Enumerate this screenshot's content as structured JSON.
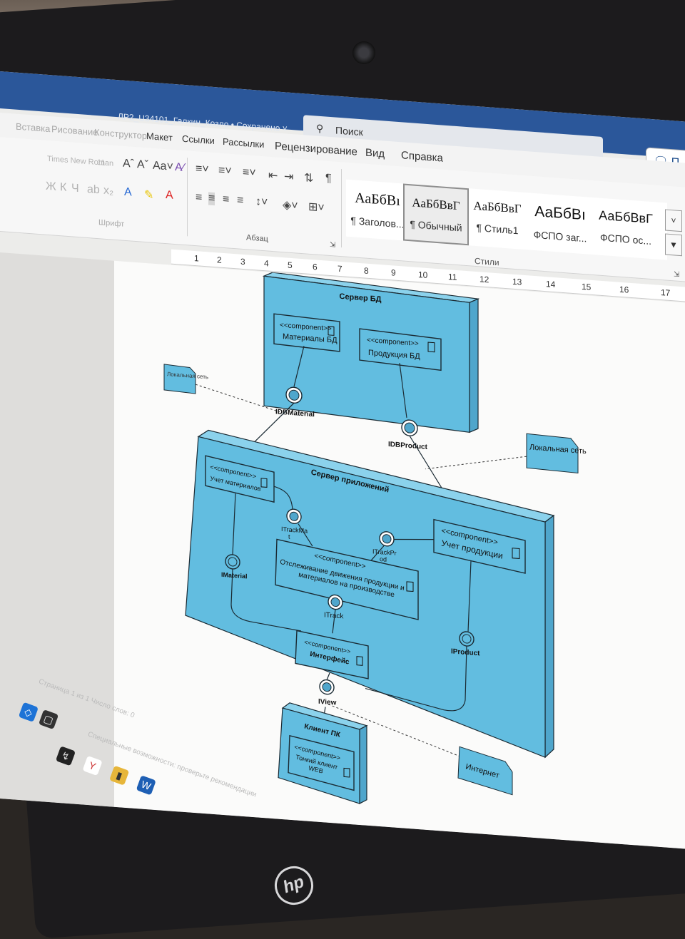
{
  "window": {
    "document_title": "ЛР2_U34101_Галкин_Козло • Сохранено ˅",
    "search_placeholder": "Поиск",
    "share_label": "П"
  },
  "ribbon_tabs": [
    "Вставка",
    "Рисование",
    "Конструктор",
    "Макет",
    "Ссылки",
    "Рассылки",
    "Рецензирование",
    "Вид",
    "Справка"
  ],
  "font_group": {
    "font_name": "Times New Roman",
    "font_size": "11",
    "label": "Шрифт"
  },
  "paragraph_group": {
    "label": "Абзац"
  },
  "styles_group": {
    "label": "Стили",
    "styles": [
      {
        "sample": "АаБбВı",
        "name": "¶ Заголов..."
      },
      {
        "sample": "АаБбВвГ",
        "name": "¶ Обычный",
        "selected": true
      },
      {
        "sample": "АаБбВвГ",
        "name": "¶ Стиль1"
      },
      {
        "sample": "АаБбВı",
        "name": "ФСПО заг..."
      },
      {
        "sample": "АаБбВвГ",
        "name": "ФСПО ос..."
      }
    ]
  },
  "ruler_ticks": [
    "1",
    "2",
    "3",
    "4",
    "5",
    "6",
    "7",
    "8",
    "9",
    "10",
    "11",
    "12",
    "13",
    "14",
    "15",
    "16",
    "17"
  ],
  "diagram": {
    "db_server": {
      "title": "Сервер БД"
    },
    "comp_materials_db": {
      "stereotype": "<<component>>",
      "name": "Материалы БД"
    },
    "comp_products_db": {
      "stereotype": "<<component>>",
      "name": "Продукция БД"
    },
    "iface_idbmaterial": "IDBMaterial",
    "iface_idbproduct": "IDBProduct",
    "note_left": "Локальная сеть",
    "note_right": "Локальная сеть",
    "app_server": {
      "title": "Сервер приложений"
    },
    "comp_material_accounting": {
      "stereotype": "<<component>>",
      "name": "Учет материалов"
    },
    "comp_product_accounting": {
      "stereotype": "<<component>>",
      "name": "Учет продукции"
    },
    "comp_tracking": {
      "stereotype": "<<component>>",
      "name_line1": "Отслеживание движения продукции и",
      "name_line2": "материалов на производстве"
    },
    "comp_interface": {
      "stereotype": "<<component>>",
      "name": "Интерфейс"
    },
    "iface_itrackmat_line1": "ITrackMa",
    "iface_itrackmat_line2": "t",
    "iface_itrackprod_line1": "ITrackPr",
    "iface_itrackprod_line2": "od",
    "iface_imaterial": "IMaterial",
    "iface_itrack": "ITrack",
    "iface_iproduct": "IProduct",
    "iface_iview": "IView",
    "client": {
      "title": "Клиент ПК"
    },
    "comp_thin_client": {
      "stereotype": "<<component>>",
      "name_line1": "Тонкий клиент",
      "name_line2": "WEB"
    },
    "note_internet": "Интернет"
  },
  "taskbar": {
    "status_text": "Страница 1 из 1   Число слов: 0",
    "accessibility_text": "Специальные возможности: проверьте рекомендации"
  },
  "colors": {
    "node_fill": "#62bde0",
    "node_top": "#7ccbe9",
    "word_blue": "#2b579a",
    "ink": "#1a2a33"
  },
  "brand": "hp"
}
